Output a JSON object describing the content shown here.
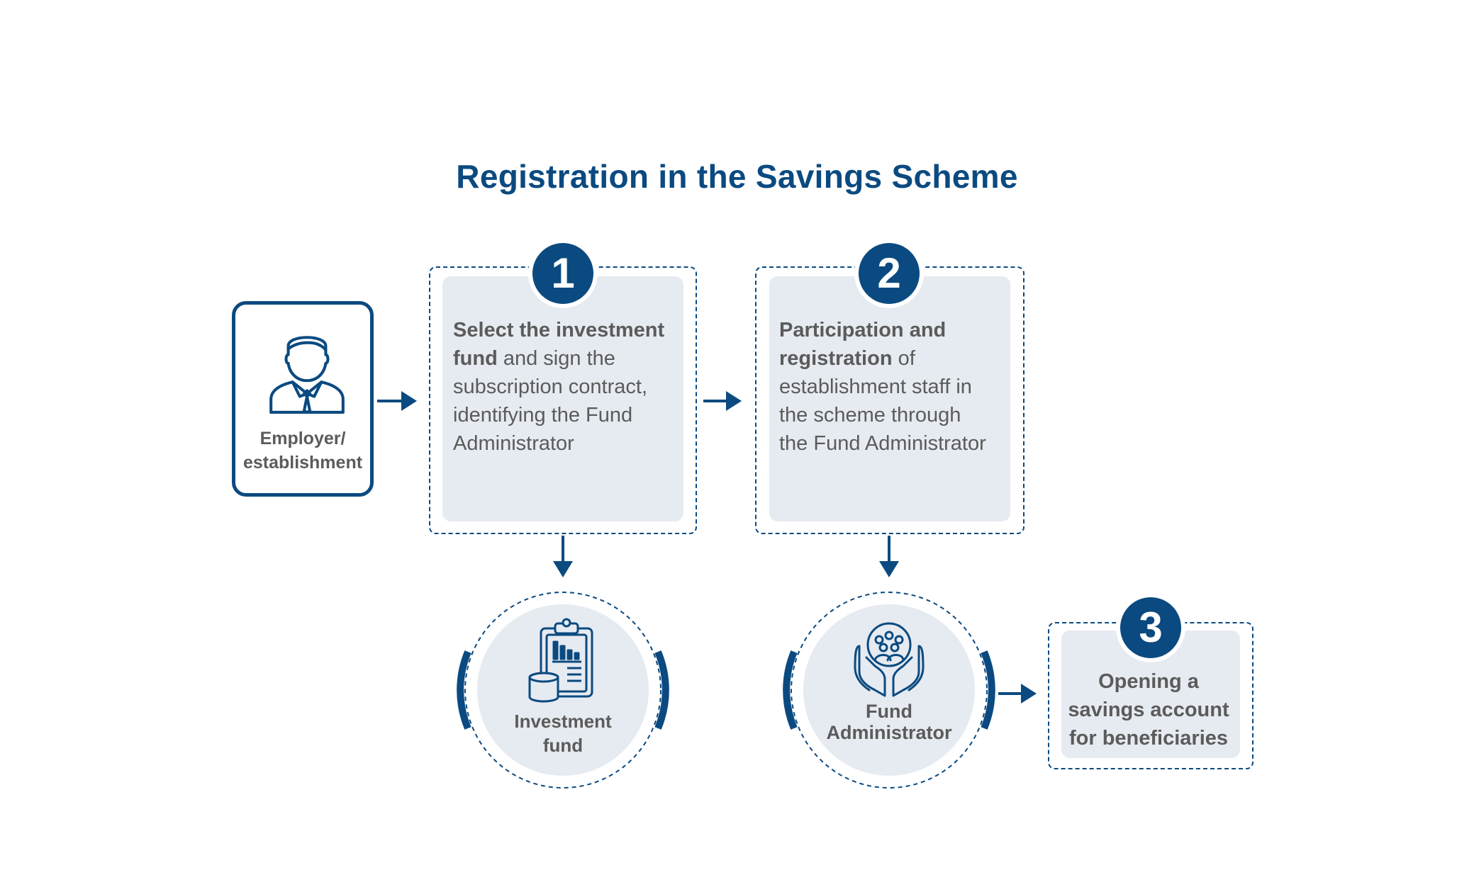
{
  "title": "Registration in the Savings Scheme",
  "employer": {
    "icon": "businessman-icon",
    "label_line1": "Employer/",
    "label_line2": "establishment"
  },
  "step1": {
    "number": "1",
    "bold_line1": "Select the investment",
    "bold_word": "fund",
    "rest_line2": " and sign the",
    "line3": "subscription contract,",
    "line4": "identifying the Fund",
    "line5": "Administrator"
  },
  "step2": {
    "number": "2",
    "bold_line1": "Participation and",
    "bold_word": "registration",
    "rest_line2": " of",
    "line3": "establishment staff in",
    "line4": "the scheme through",
    "line5": "the Fund Administrator"
  },
  "investment_fund": {
    "icon": "clipboard-coins-icon",
    "label_line1": "Investment",
    "label_line2": "fund"
  },
  "fund_administrator": {
    "icon": "hands-people-icon",
    "label_line1": "Fund",
    "label_line2": "Administrator"
  },
  "step3": {
    "number": "3",
    "line1": "Opening a",
    "line2": "savings account",
    "line3": "for beneficiaries"
  },
  "colors": {
    "primary": "#0b4a80",
    "panel": "#e6eaf1",
    "text": "#5b5b5b"
  }
}
